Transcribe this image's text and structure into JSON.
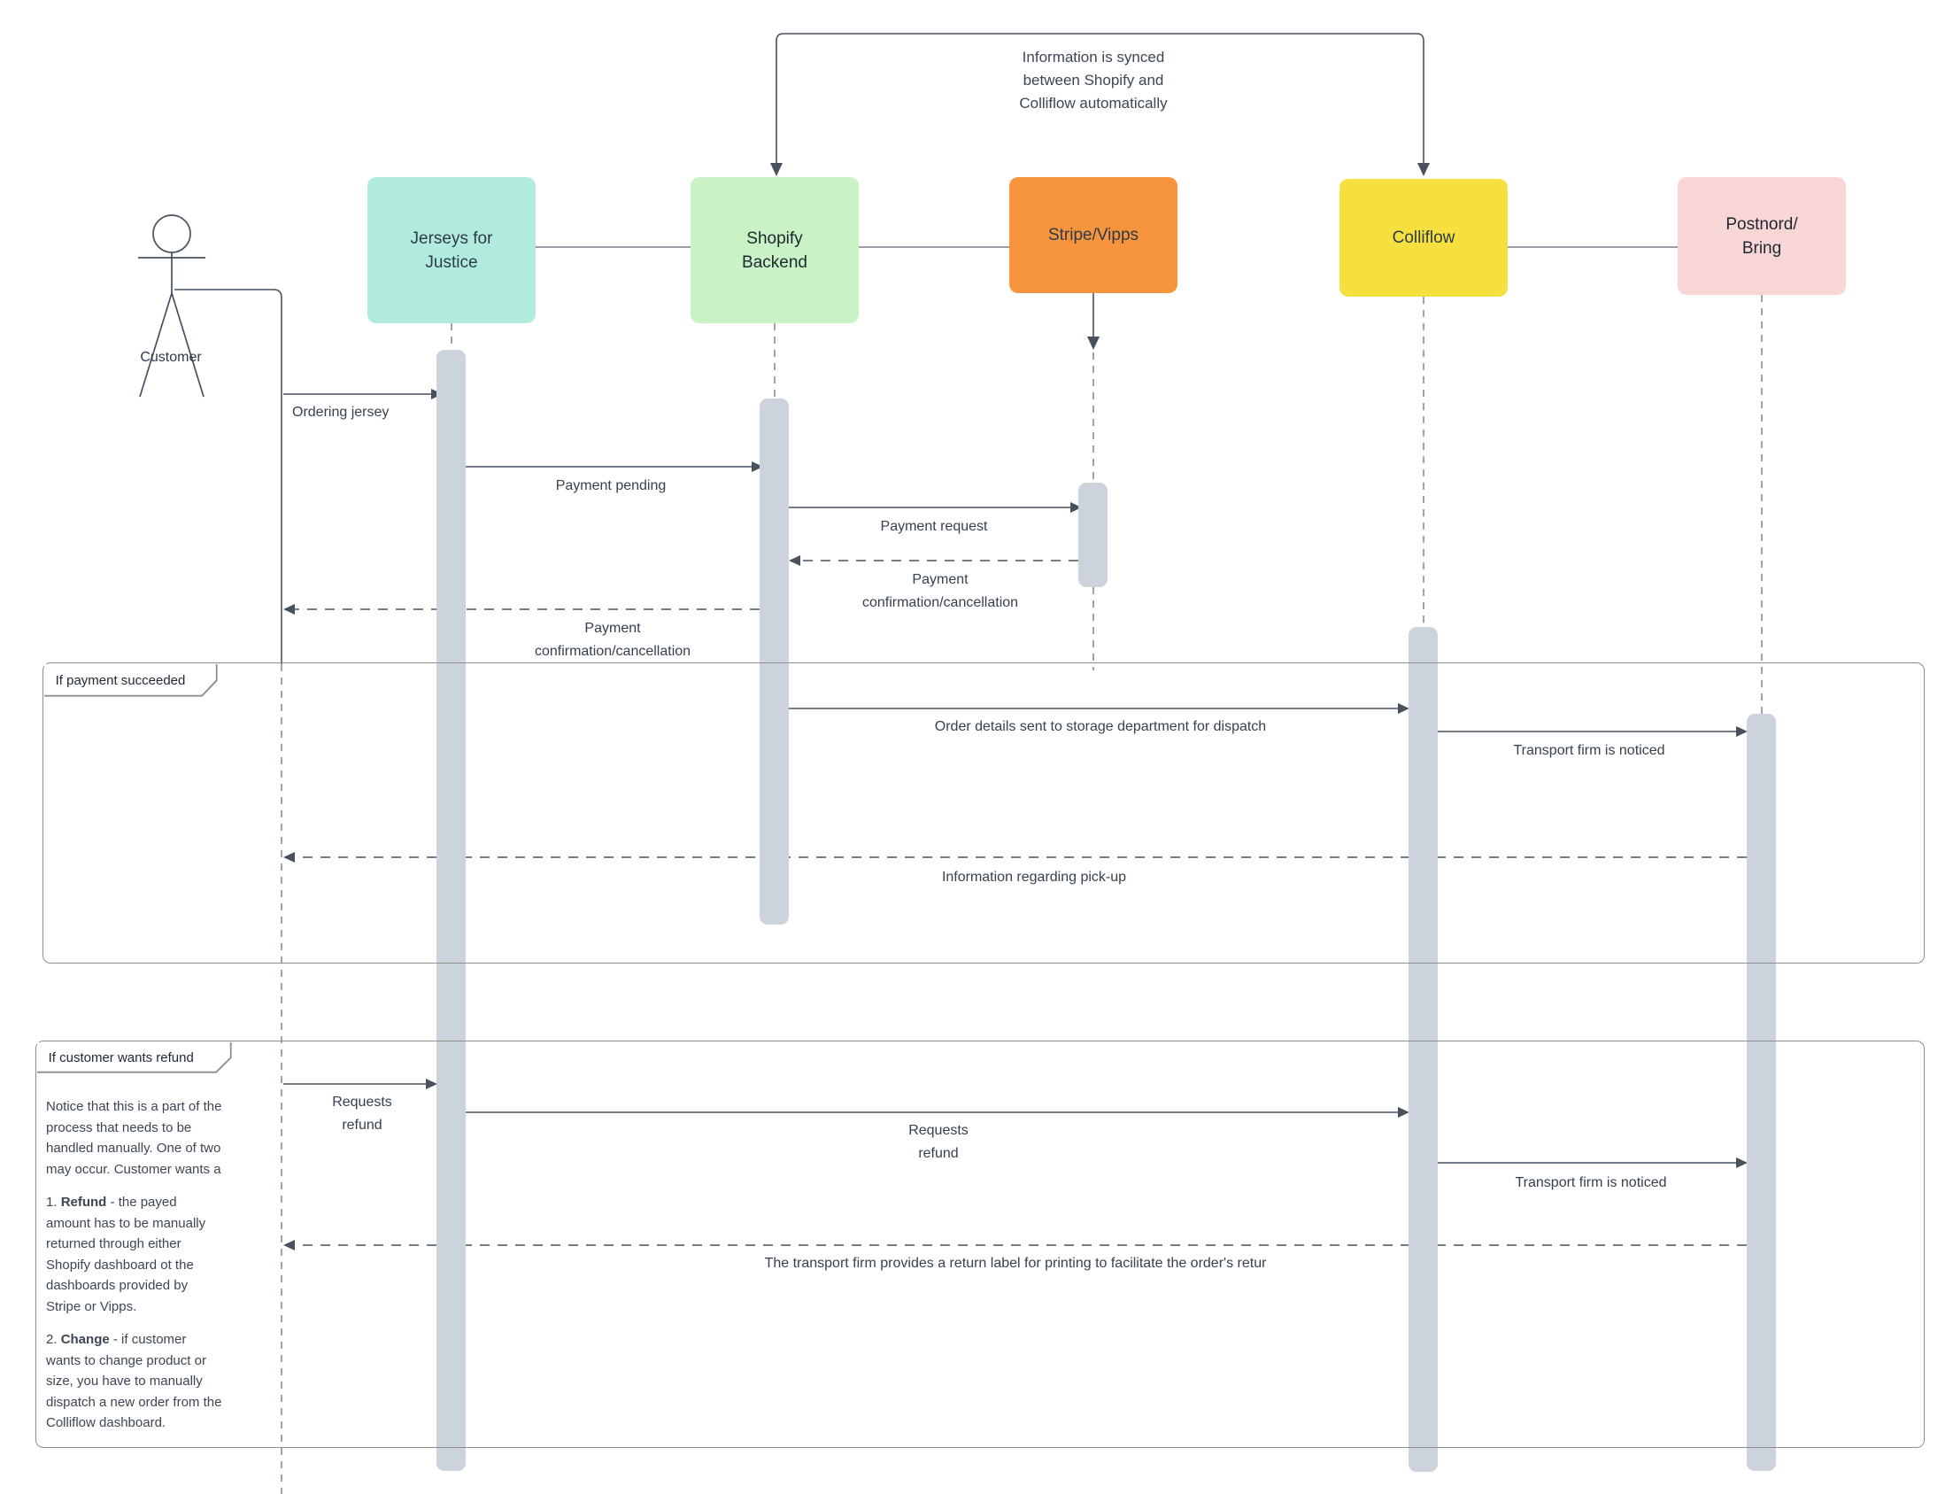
{
  "top_note": {
    "text": "Information is synced\nbetween Shopify and\nColliflow automatically"
  },
  "actor": {
    "label": "Customer"
  },
  "participants": [
    {
      "label": "Jerseys for\nJustice",
      "color": "#b0ebdd"
    },
    {
      "label": "Shopify\nBackend",
      "color": "#c9f2c6"
    },
    {
      "label": "Stripe/Vipps",
      "color": "#f6953e"
    },
    {
      "label": "Colliflow",
      "color": "#f5e03f"
    },
    {
      "label": "Postnord/\nBring",
      "color": "#f9d6d6"
    }
  ],
  "frames": [
    {
      "label": "If payment succeeded"
    },
    {
      "label": "If customer wants refund"
    }
  ],
  "messages": [
    {
      "text": "Ordering jersey",
      "from": "Customer",
      "to": "Jerseys for Justice",
      "line": "solid"
    },
    {
      "text": "Payment pending",
      "from": "Jerseys for Justice",
      "to": "Shopify Backend",
      "line": "solid"
    },
    {
      "text": "Payment request",
      "from": "Shopify Backend",
      "to": "Stripe/Vipps",
      "line": "solid"
    },
    {
      "text": "Payment\nconfirmation/cancellation",
      "from": "Stripe/Vipps",
      "to": "Shopify Backend",
      "line": "dashed"
    },
    {
      "text": "Payment\nconfirmation/cancellation",
      "from": "Shopify Backend",
      "to": "Customer",
      "line": "dashed"
    },
    {
      "text": "Order details sent to storage department for dispatch",
      "from": "Shopify Backend",
      "to": "Colliflow",
      "line": "solid"
    },
    {
      "text": "Transport firm is noticed",
      "from": "Colliflow",
      "to": "Postnord/Bring",
      "line": "solid"
    },
    {
      "text": "Information regarding pick-up",
      "from": "Postnord/Bring",
      "to": "Customer",
      "line": "dashed"
    },
    {
      "text": "Requests\nrefund",
      "from": "Customer",
      "to": "Jerseys for Justice",
      "line": "solid"
    },
    {
      "text": "Requests\nrefund",
      "from": "Jerseys for Justice",
      "to": "Colliflow",
      "line": "solid"
    },
    {
      "text": "Transport firm is noticed",
      "from": "Colliflow",
      "to": "Postnord/Bring",
      "line": "solid"
    },
    {
      "text": "The transport firm provides a return label for printing to facilitate the order's retur",
      "from": "Postnord/Bring",
      "to": "Customer",
      "line": "dashed"
    }
  ],
  "note": {
    "p1": "Notice that this is a part of the\nprocess that needs to be\nhandled manually. One of two\nmay occur. Customer wants a",
    "item1_number": "1. ",
    "item1_bold": "Refund",
    "item1_rest": " - the payed\namount has to be manually\nreturned through either\nShopify dashboard ot the\ndashboards provided by\nStripe or Vipps.",
    "item2_number": "2. ",
    "item2_bold": "Change",
    "item2_rest": " - if customer\nwants to change product or\nsize, you have to manually\ndispatch a new order from the\nColliflow dashboard."
  },
  "colors": {
    "line": "#47525e",
    "lifeline": "#7e8691",
    "activation": "#ccd3dc",
    "frame_border": "#8e8e8e",
    "text": "#36414f"
  }
}
